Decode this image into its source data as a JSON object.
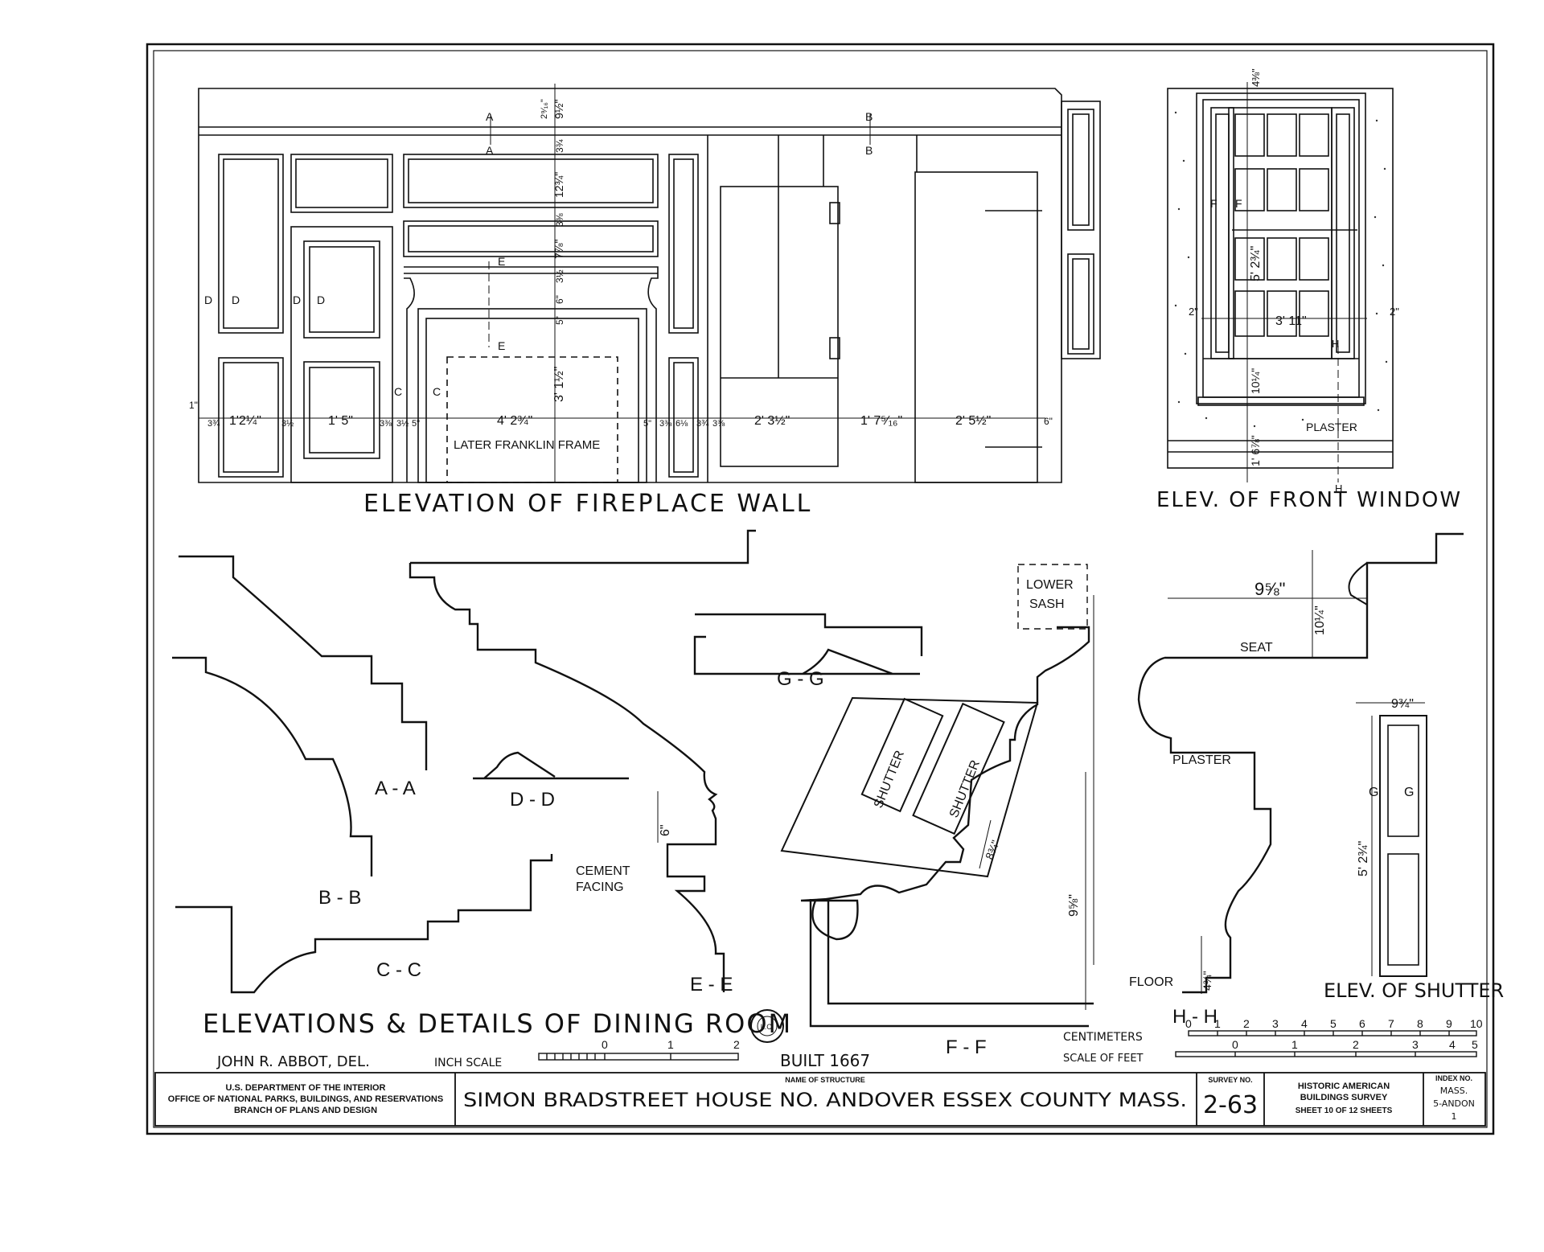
{
  "drawing": {
    "main_title": "ELEVATIONS & DETAILS OF DINING ROOM",
    "fireplace_title": "ELEVATION OF FIREPLACE WALL",
    "window_title": "ELEV. OF FRONT WINDOW",
    "shutter_title": "ELEV. OF SHUTTER",
    "delineator": "JOHN R. ABBOT, DEL.",
    "inch_scale_label": "INCH SCALE",
    "inch_scale_ticks": [
      "0",
      "1",
      "2"
    ],
    "built": "BUILT 1667",
    "centimeters_label": "CENTIMETERS",
    "feet_label": "SCALE OF FEET",
    "cm_ticks": [
      "0",
      "1",
      "2",
      "3",
      "4",
      "5",
      "6",
      "7",
      "8",
      "9",
      "10"
    ],
    "ft_ticks": [
      "0",
      "1",
      "2",
      "3",
      "4",
      "5"
    ],
    "stamp": "L.C."
  },
  "annotations": {
    "later_franklin": "LATER FRANKLIN FRAME",
    "plaster_window": "PLASTER",
    "plaster_hh": "PLASTER",
    "seat": "SEAT",
    "floor": "FLOOR",
    "lower_sash": [
      "LOWER",
      "SASH"
    ],
    "cement": [
      "CEMENT",
      "FACING"
    ],
    "shutter": "SHUTTER"
  },
  "sections": {
    "aa": "A - A",
    "bb": "B - B",
    "cc": "C - C",
    "dd": "D - D",
    "ee": "E - E",
    "ff": "F - F",
    "gg": "G - G",
    "hh": "H - H"
  },
  "cut_letters": {
    "a": "A",
    "b": "B",
    "c": "C",
    "d": "D",
    "e": "E",
    "f": "F",
    "g": "G",
    "h": "H"
  },
  "dimensions": {
    "fireplace_row": [
      "1'2¼\"",
      "1' 5\"",
      "4' 2¾\"",
      "2' 3½\"",
      "1' 7⁵⁄₁₆\"",
      "2' 5½\"",
      "6\""
    ],
    "fireplace_small": [
      "1\"",
      "3¾",
      "3½",
      "3⅜",
      "3½",
      "5\"",
      "5\"",
      "3⅜",
      "6⅛",
      "3¾",
      "3⅜"
    ],
    "fireplace_vertical": [
      "3' 1½\"",
      "5\"",
      "6\"",
      "3½",
      "7⅞\"",
      "3⅜",
      "12¾\"",
      "3¾",
      "9½\"",
      "2⁹⁄₁₆\""
    ],
    "window": [
      "3' 11\"",
      "2\"",
      "2\"",
      "5' 2¾\"",
      "10¼\"",
      "1' 6⅞\"",
      "4⅜\""
    ],
    "sections": [
      "6\"",
      "9⅝\"",
      "10¼\"",
      "8¾\"",
      "9⅝\"",
      "4¾\"",
      "9¾\"",
      "5' 2¾\""
    ]
  },
  "title_block": {
    "agency": [
      "U.S. DEPARTMENT OF THE INTERIOR",
      "OFFICE OF NATIONAL PARKS, BUILDINGS, AND RESERVATIONS",
      "BRANCH OF PLANS AND DESIGN"
    ],
    "structure_label": "NAME OF STRUCTURE",
    "structure_name": "SIMON BRADSTREET HOUSE NO. ANDOVER ESSEX COUNTY MASS.",
    "survey_label": "SURVEY NO.",
    "survey_no": "2-63",
    "habs": [
      "HISTORIC AMERICAN",
      "BUILDINGS SURVEY"
    ],
    "sheet_text": "SHEET 10 OF 12 SHEETS",
    "index_label": "INDEX NO.",
    "index_value": [
      "MASS.",
      "5-ANDON",
      "1"
    ]
  }
}
